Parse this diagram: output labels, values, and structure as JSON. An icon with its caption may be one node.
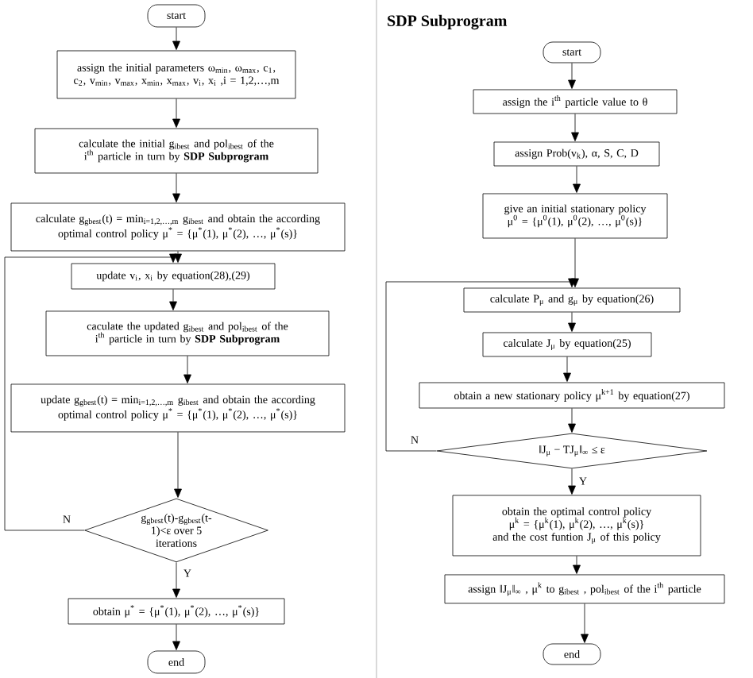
{
  "diagram": {
    "nodes": [
      {
        "text": [
          "start"
        ]
      },
      {
        "text": [
          "assign the initial parameters ω$_{min}$, ω$_{max}$, c$_{1}$, c$_{2}$, v$_{min}$, v$_{max}$, x$_{min}$, x$_{max}$, v$_{i}$, x$_{i}$ ,i = 1,2,…,m"
        ]
      },
      {
        "text": [
          "calculate the initial g$_{ibest}$ and pol$_{ibest}$ of the i$^{th}$ particle in turn by **SDP Subprogram**"
        ]
      },
      {
        "text": [
          "calculate g$_{gbest}$(t) = min$_{i=1,2,…,m}$ g$_{ibest}$ and obtain the according optimal control policy μ$^{*}$ = {μ$^{*}$(1), μ$^{*}$(2), …, μ$^{*}$(s)}"
        ]
      },
      {
        "text": [
          "update v$_{i}$, x$_{i}$ by equation(28),(29)"
        ]
      },
      {
        "text": [
          "caculate the updated g$_{ibest}$ and pol$_{ibest}$ of the i$^{th}$ particle in turn by **SDP Subprogram**"
        ]
      },
      {
        "text": [
          "update g$_{gbest}$(t) = min$_{i=1,2,…,m}$ g$_{ibest}$ and obtain the according optimal control policy μ$^{*}$ = {μ$^{*}$(1), μ$^{*}$(2), …, μ$^{*}$(s)}"
        ]
      },
      {
        "text": [
          "g$_{gbest}$(t)-g$_{gbest}$(t-1)<ε over 5 iterations"
        ]
      },
      {
        "text": [
          "obtain μ$^{*}$ = {μ$^{*}$(1), μ$^{*}$(2), …, μ$^{*}$(s)}"
        ]
      },
      {
        "text": [
          "end"
        ]
      },
      {
        "text": [
          "start"
        ]
      },
      {
        "text": [
          "assign the i$^{th}$ particle value to θ"
        ]
      },
      {
        "text": [
          "assign Prob(v$_{k}$), α, S, C, D"
        ]
      },
      {
        "text": [
          "give an initial stationary policy",
          "μ$^{0}$ = {μ$^{0}$(1), μ$^{0}$(2), …, μ$^{0}$(s)}"
        ]
      },
      {
        "text": [
          "calculate P$_{μ}$ and g$_{μ}$ by equation(26)"
        ]
      },
      {
        "text": [
          "calculate J$_{μ}$ by equation(25)"
        ]
      },
      {
        "text": [
          "obtain a new stationary policy μ$^{k+1}$ by equation(27)"
        ]
      },
      {
        "text": [
          "‖J$_{μ}$ − TJ$_{μ}$‖$_{∞}$ ≤ ε"
        ]
      },
      {
        "text": [
          "obtain the optimal control policy",
          "μ$^{k}$ = {μ$^{k}$(1), μ$^{k}$(2), …, μ$^{k}$(s)}",
          "and the cost funtion J$_{μ}$ of this policy"
        ]
      },
      {
        "text": [
          "assign ‖J$_{μ}$‖$_{∞}$ , μ$^{k}$ to g$_{ibest}$ , pol$_{ibest}$ of the i$^{th}$ particle"
        ]
      },
      {
        "text": [
          "end"
        ]
      }
    ],
    "edges": [
      {
        "from": 0,
        "to": 1,
        "arrow": "to"
      },
      {
        "from": 1,
        "to": 2,
        "arrow": "to"
      },
      {
        "from": 2,
        "to": 3,
        "arrow": "to"
      },
      {
        "from": 3,
        "to": 4,
        "arrow": "to"
      },
      {
        "from": 4,
        "to": 5,
        "arrow": "to"
      },
      {
        "from": 5,
        "to": 6,
        "arrow": "to"
      },
      {
        "from": 6,
        "to": 7,
        "arrow": "to"
      },
      {
        "from": 7,
        "to": 4,
        "arrow": "to",
        "label": "N"
      },
      {
        "from": 7,
        "to": 8,
        "arrow": "to",
        "label": "Y"
      },
      {
        "from": 8,
        "to": 9,
        "arrow": "to"
      },
      {
        "from": 10,
        "to": 11,
        "arrow": "to"
      },
      {
        "from": 11,
        "to": 12,
        "arrow": "to"
      },
      {
        "from": 12,
        "to": 13,
        "arrow": "to"
      },
      {
        "from": 13,
        "to": 14,
        "arrow": "to"
      },
      {
        "from": 14,
        "to": 15,
        "arrow": "to"
      },
      {
        "from": 15,
        "to": 16,
        "arrow": "to"
      },
      {
        "from": 16,
        "to": 17,
        "arrow": "to"
      },
      {
        "from": 17,
        "to": 14,
        "arrow": "to",
        "label": "N"
      },
      {
        "from": 17,
        "to": 18,
        "arrow": "to",
        "label": "Y"
      },
      {
        "from": 18,
        "to": 19,
        "arrow": "to"
      },
      {
        "from": 19,
        "to": 20,
        "arrow": "to"
      }
    ],
    "labels": [
      "**SDP Subprogram**"
    ]
  }
}
